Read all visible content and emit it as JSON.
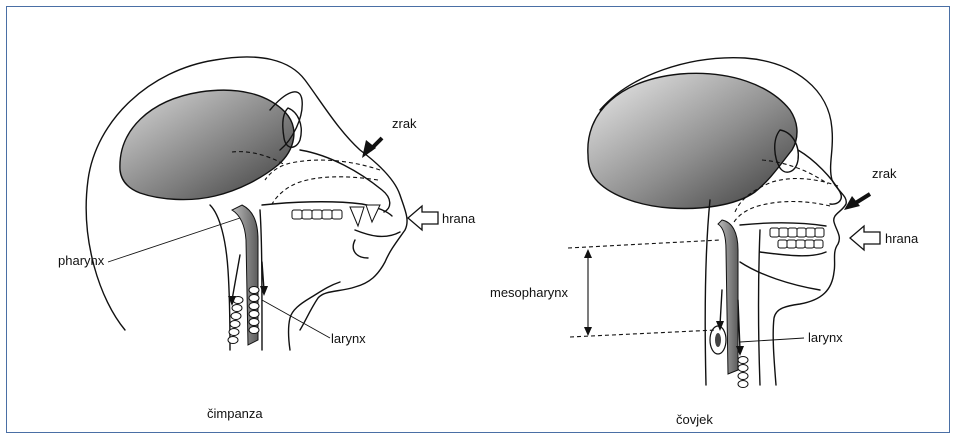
{
  "chimpanzee": {
    "caption": "čimpanza",
    "labels": {
      "air": "zrak",
      "food": "hrana",
      "pharynx": "pharynx",
      "larynx": "larynx"
    }
  },
  "human": {
    "caption": "čovjek",
    "labels": {
      "air": "zrak",
      "food": "hrana",
      "mesopharynx": "mesopharynx",
      "larynx": "larynx"
    }
  },
  "colors": {
    "frame": "#4a6fa5",
    "ink": "#111111",
    "shade": "#8a8a8a"
  }
}
